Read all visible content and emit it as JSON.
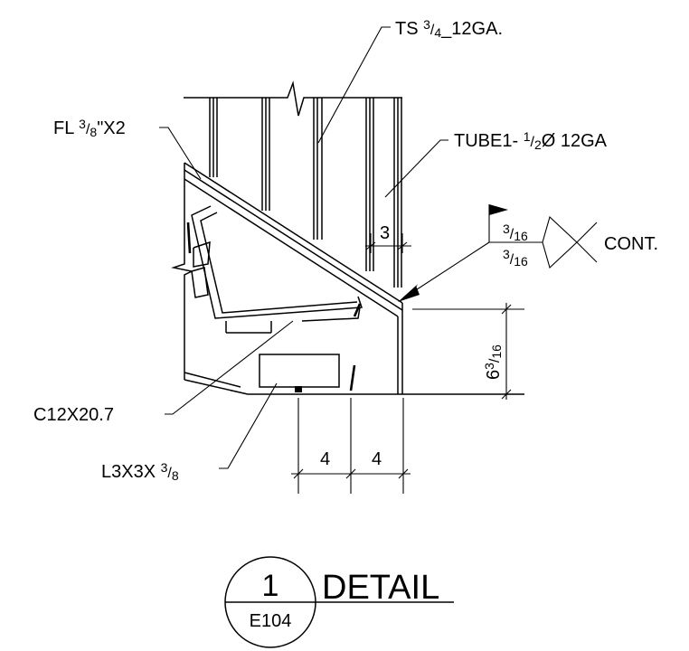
{
  "labels": {
    "ts_main": "TS ",
    "ts_num": "3",
    "ts_den": "4",
    "ts_rest": "_12GA.",
    "fl_main": "FL ",
    "fl_num": "3",
    "fl_den": "8",
    "fl_rest": "\"X2",
    "tube_main": "TUBE1- ",
    "tube_num": "1",
    "tube_den": "2",
    "tube_rest": "Ø 12GA",
    "channel": "C12X20.7",
    "angle_main": "L3X3X ",
    "angle_num": "3",
    "angle_den": "8"
  },
  "weld": {
    "top_num": "3",
    "top_den": "16",
    "bottom_num": "3",
    "bottom_den": "16",
    "note": "CONT."
  },
  "dimensions": {
    "top_gap": "3",
    "height_whole": "6",
    "height_num": "3",
    "height_den": "16",
    "bottom_left": "4",
    "bottom_right": "4"
  },
  "title": {
    "number": "1",
    "sheet": "E104",
    "text": "DETAIL"
  }
}
